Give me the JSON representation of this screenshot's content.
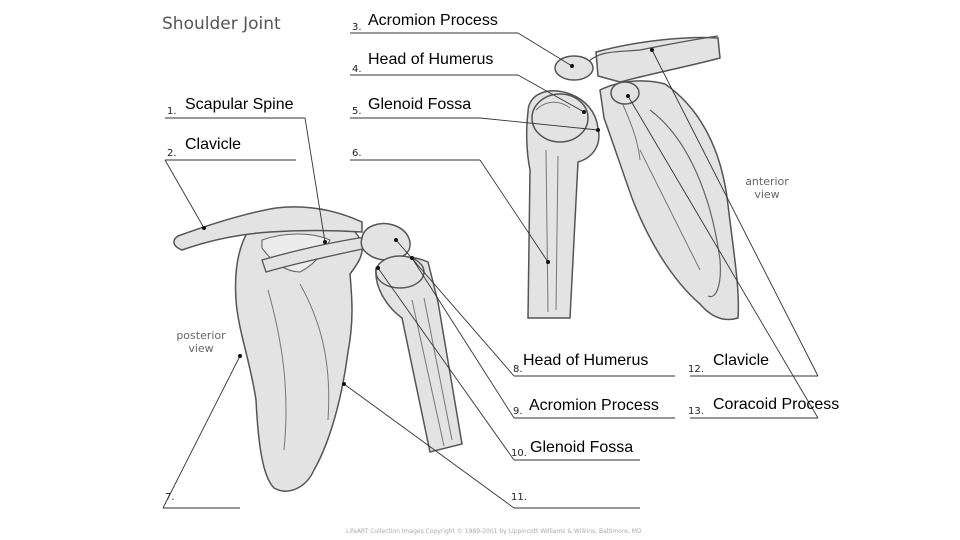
{
  "title": "Shoulder Joint",
  "numbers": {
    "n1": "1.",
    "n2": "2.",
    "n3": "3.",
    "n4": "4.",
    "n5": "5.",
    "n6": "6.",
    "n7": "7.",
    "n8": "8.",
    "n9": "9.",
    "n10": "10.",
    "n11": "11.",
    "n12": "12.",
    "n13": "13."
  },
  "labels": {
    "l1": "Scapular Spine",
    "l2": "Clavicle",
    "l3": "Acromion Process",
    "l4": "Head of Humerus",
    "l5": "Glenoid Fossa",
    "l8": "Head of Humerus",
    "l9": "Acromion Process",
    "l10": "Glenoid Fossa",
    "l12": "Clavicle",
    "l13": "Coracoid Process"
  },
  "views": {
    "anterior": [
      "anterior",
      "view"
    ],
    "posterior": [
      "posterior",
      "view"
    ]
  },
  "copyright": "LifeART Collection Images Copyright © 1989-2001 by Lippincott Williams & Wilkins, Baltimore, MD",
  "colors": {
    "bone": "#e3e3e3",
    "outline": "#555555",
    "leader": "#333333"
  }
}
